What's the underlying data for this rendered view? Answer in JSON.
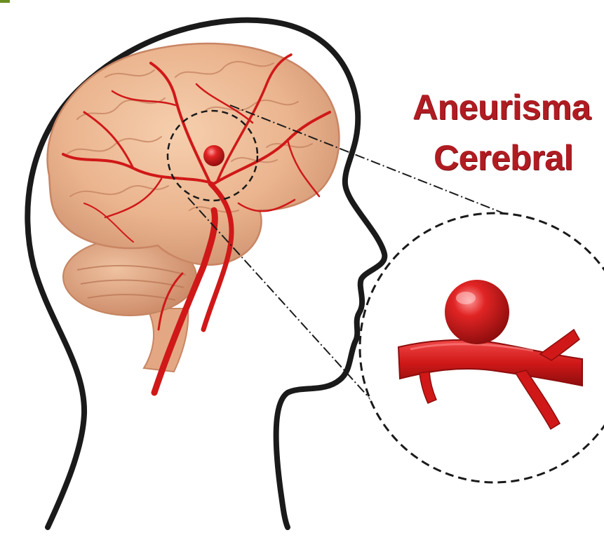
{
  "title": {
    "line1": "Aneurisma",
    "line2": "Cerebral"
  },
  "colors": {
    "head_outline": "#1a1a1a",
    "brain": "#eab48e",
    "brain_shadow": "#c98563",
    "artery": "#d01818",
    "artery_dark": "#8e0d0d",
    "title": "#b01c22",
    "accent_corner": "#6b8e23"
  },
  "icons": [
    "head-silhouette",
    "brain",
    "aneurysm-bulge",
    "magnifier-circle",
    "artery-segment"
  ]
}
